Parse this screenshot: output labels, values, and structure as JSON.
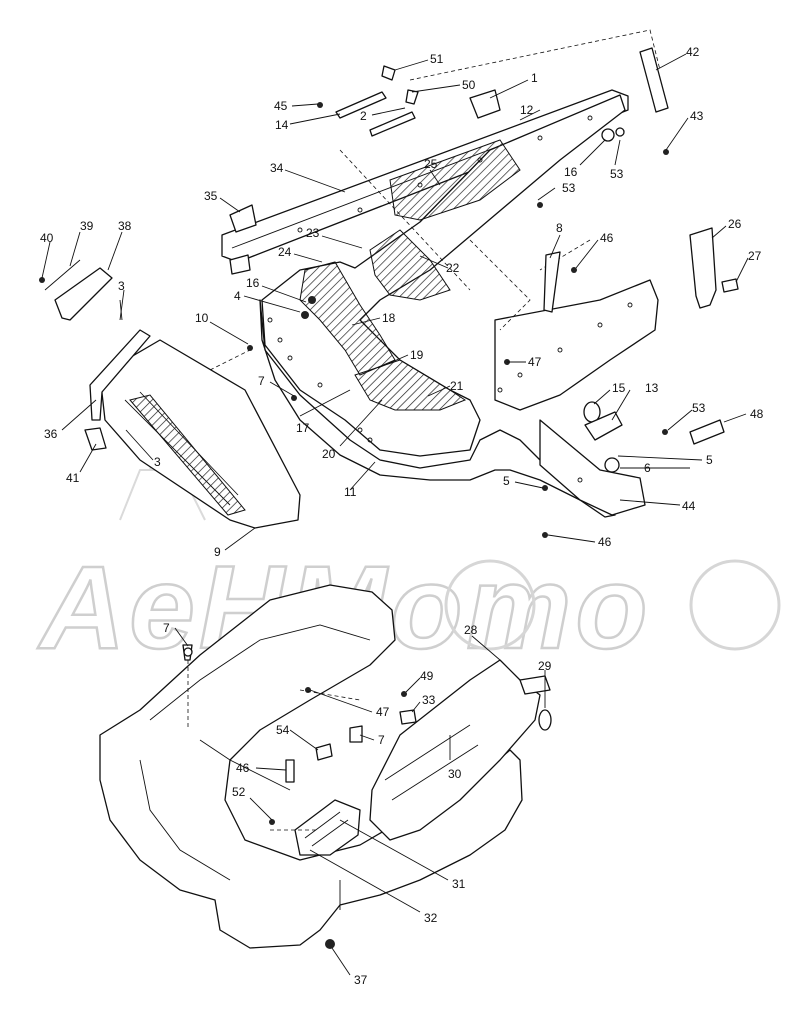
{
  "watermark": {
    "text": "AeHMomo",
    "color": "#cfcfcf"
  },
  "callouts": [
    {
      "id": "c1",
      "label": "51"
    },
    {
      "id": "c2",
      "label": "1"
    },
    {
      "id": "c3",
      "label": "50"
    },
    {
      "id": "c4",
      "label": "42"
    },
    {
      "id": "c5",
      "label": "45"
    },
    {
      "id": "c6",
      "label": "2"
    },
    {
      "id": "c7",
      "label": "12"
    },
    {
      "id": "c8",
      "label": "14"
    },
    {
      "id": "c9",
      "label": "43"
    },
    {
      "id": "c10",
      "label": "34"
    },
    {
      "id": "c11",
      "label": "25"
    },
    {
      "id": "c12",
      "label": "16"
    },
    {
      "id": "c13",
      "label": "53"
    },
    {
      "id": "c14",
      "label": "53"
    },
    {
      "id": "c15",
      "label": "35"
    },
    {
      "id": "c16",
      "label": "8"
    },
    {
      "id": "c17",
      "label": "46"
    },
    {
      "id": "c18",
      "label": "26"
    },
    {
      "id": "c19",
      "label": "23"
    },
    {
      "id": "c20",
      "label": "24"
    },
    {
      "id": "c21",
      "label": "22"
    },
    {
      "id": "c22",
      "label": "27"
    },
    {
      "id": "c23",
      "label": "40"
    },
    {
      "id": "c24",
      "label": "39"
    },
    {
      "id": "c25",
      "label": "38"
    },
    {
      "id": "c26",
      "label": "16"
    },
    {
      "id": "c27",
      "label": "4"
    },
    {
      "id": "c28",
      "label": "3"
    },
    {
      "id": "c29",
      "label": "18"
    },
    {
      "id": "c30",
      "label": "10"
    },
    {
      "id": "c31",
      "label": "47"
    },
    {
      "id": "c32",
      "label": "19"
    },
    {
      "id": "c33",
      "label": "7"
    },
    {
      "id": "c34",
      "label": "21"
    },
    {
      "id": "c35",
      "label": "15"
    },
    {
      "id": "c36",
      "label": "13"
    },
    {
      "id": "c37",
      "label": "53"
    },
    {
      "id": "c38",
      "label": "48"
    },
    {
      "id": "c39",
      "label": "17"
    },
    {
      "id": "c40",
      "label": "36"
    },
    {
      "id": "c41",
      "label": "20"
    },
    {
      "id": "c42",
      "label": "5"
    },
    {
      "id": "c43",
      "label": "6"
    },
    {
      "id": "c44",
      "label": "41"
    },
    {
      "id": "c45",
      "label": "3"
    },
    {
      "id": "c46",
      "label": "11"
    },
    {
      "id": "c47",
      "label": "5"
    },
    {
      "id": "c48",
      "label": "44"
    },
    {
      "id": "c49",
      "label": "9"
    },
    {
      "id": "c50",
      "label": "46"
    },
    {
      "id": "c51",
      "label": "28"
    },
    {
      "id": "c52",
      "label": "7"
    },
    {
      "id": "c53",
      "label": "29"
    },
    {
      "id": "c54",
      "label": "49"
    },
    {
      "id": "c55",
      "label": "33"
    },
    {
      "id": "c56",
      "label": "47"
    },
    {
      "id": "c57",
      "label": "54"
    },
    {
      "id": "c58",
      "label": "7"
    },
    {
      "id": "c59",
      "label": "46"
    },
    {
      "id": "c60",
      "label": "30"
    },
    {
      "id": "c61",
      "label": "52"
    },
    {
      "id": "c62",
      "label": "31"
    },
    {
      "id": "c63",
      "label": "32"
    },
    {
      "id": "c64",
      "label": "37"
    }
  ]
}
